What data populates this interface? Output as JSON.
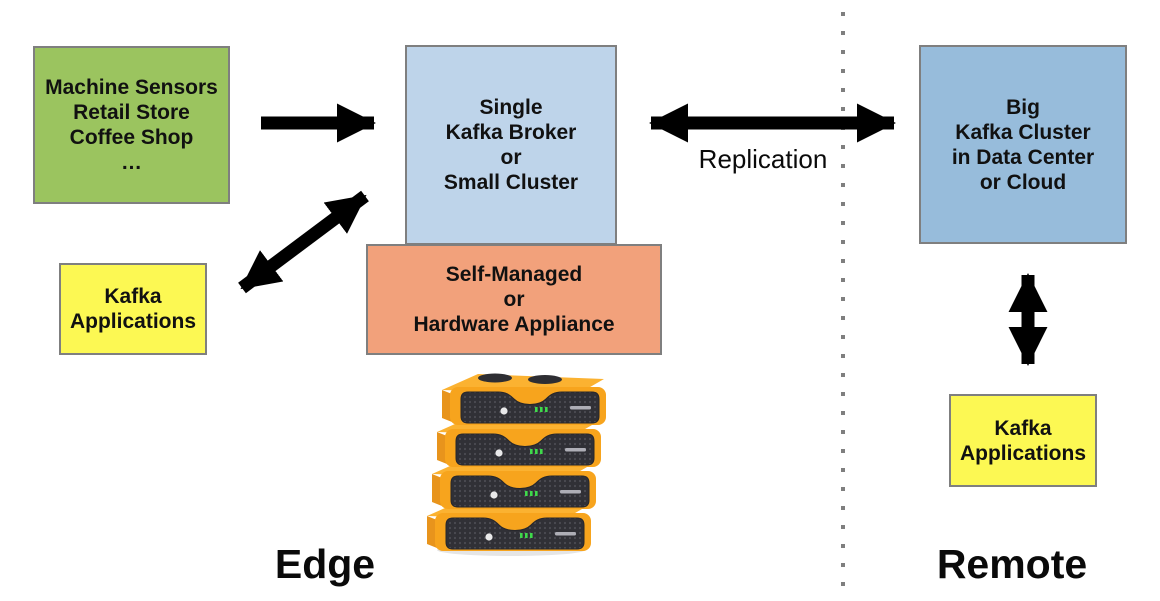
{
  "diagram": {
    "boxes": {
      "sources": {
        "lines": [
          "Machine Sensors",
          "Retail Store",
          "Coffee Shop",
          "…"
        ]
      },
      "edge_kafka_applications": {
        "lines": [
          "Kafka",
          "Applications"
        ]
      },
      "edge_broker": {
        "lines": [
          "Single",
          "Kafka Broker",
          "or",
          "Small Cluster"
        ]
      },
      "deployment": {
        "lines": [
          "Self-Managed",
          "or",
          "Hardware Appliance"
        ]
      },
      "remote_cluster": {
        "lines": [
          "Big",
          "Kafka Cluster",
          "in Data Center",
          "or Cloud"
        ]
      },
      "remote_kafka_applications": {
        "lines": [
          "Kafka",
          "Applications"
        ]
      }
    },
    "labels": {
      "replication": "Replication",
      "edge": "Edge",
      "remote": "Remote"
    },
    "illustration": "stack of four yellow edge hardware appliances",
    "palette": {
      "source_green": "#9bc45f",
      "apps_yellow": "#fcf853",
      "broker_light_blue": "#bed4ea",
      "cluster_blue": "#97bcdb",
      "deployment_orange": "#f2a17b",
      "arrow_black": "#000000",
      "divider_gray": "#7f7f7f",
      "border_gray": "#7f7f7f",
      "hardware_yellow": "#f7a41d",
      "hardware_panel_dark": "#35353a",
      "led_green": "#3fd94b"
    }
  }
}
